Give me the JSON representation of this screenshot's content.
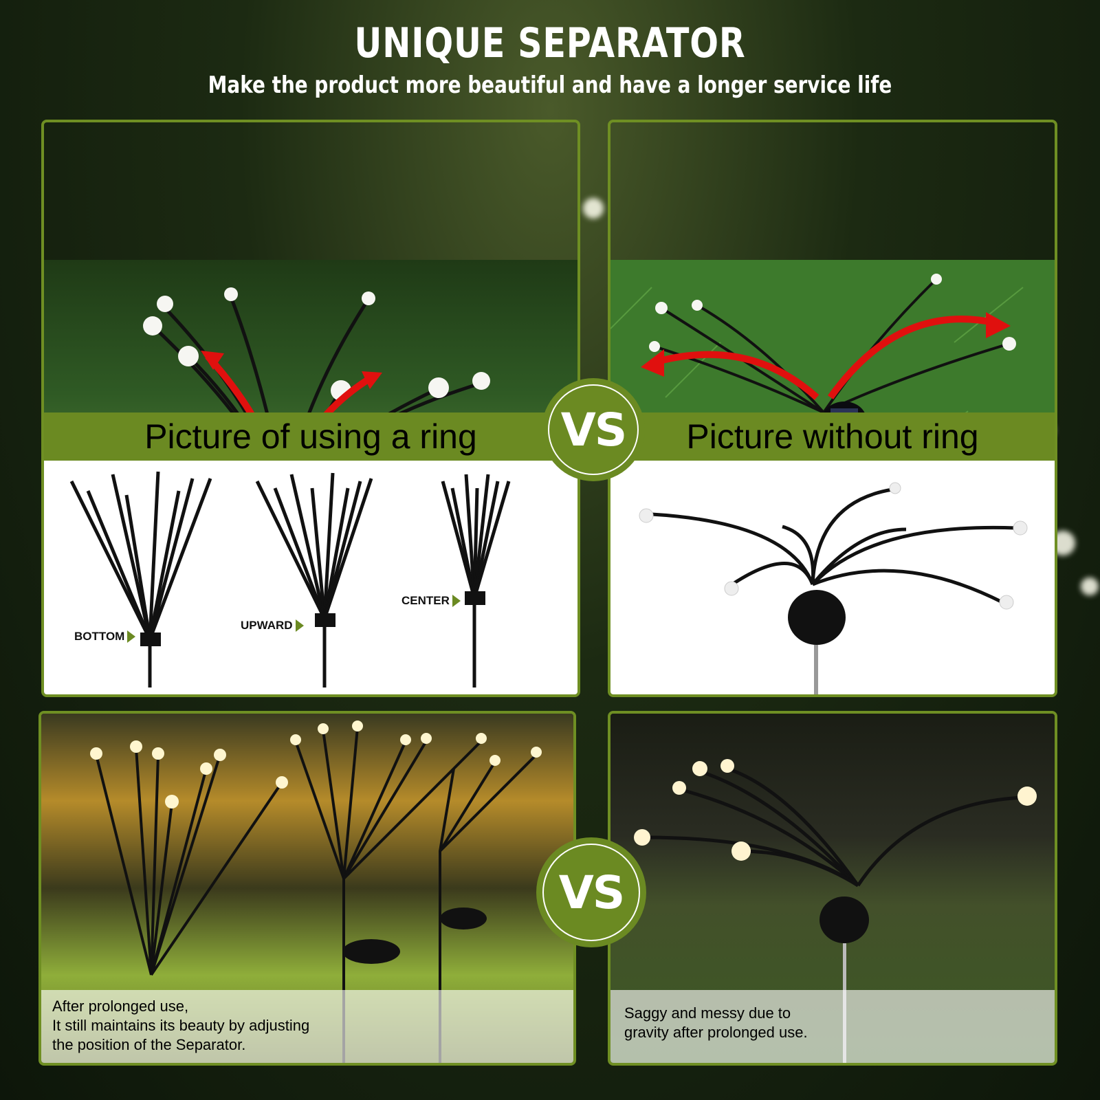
{
  "header": {
    "title": "UNIQUE SEPARATOR",
    "subtitle": "Make the product more beautiful and have a longer service life"
  },
  "colors": {
    "accent_green": "#6b8a22",
    "panel_border": "#6f8f23",
    "arrow_red": "#e0100e",
    "text_white": "#ffffff"
  },
  "comparison_top": {
    "left_bar_label": "Picture of using a ring",
    "right_bar_label": "Picture without ring",
    "vs_badge": "VS",
    "ring_positions": [
      {
        "label": "BOTTOM",
        "icon": "triangle-right-icon"
      },
      {
        "label": "UPWARD",
        "icon": "triangle-right-icon"
      },
      {
        "label": "CENTER",
        "icon": "triangle-right-icon"
      }
    ]
  },
  "comparison_bottom": {
    "vs_badge": "VS",
    "left_caption": {
      "line1": "After prolonged use,",
      "line2": "It still maintains its beauty by adjusting",
      "line3": "the position of the Separator."
    },
    "right_caption": {
      "line1": "Saggy and messy due to",
      "line2": "gravity after prolonged use."
    }
  }
}
